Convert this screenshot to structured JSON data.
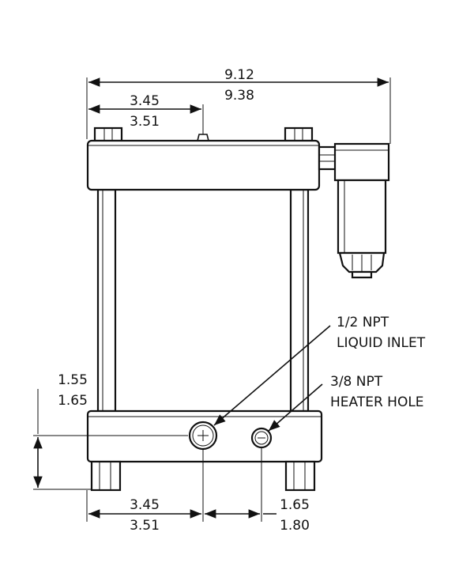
{
  "dimensions": {
    "overall_width": {
      "min": "9.12",
      "max": "9.38"
    },
    "top_center_offset": {
      "min": "3.45",
      "max": "3.51"
    },
    "inlet_height": {
      "min": "1.55",
      "max": "1.65"
    },
    "bottom_inlet_offset": {
      "min": "3.45",
      "max": "3.51"
    },
    "heater_spacing": {
      "min": "1.65",
      "max": "1.80"
    }
  },
  "callouts": {
    "liquid_inlet": {
      "line1": "1/2 NPT",
      "line2": "LIQUID INLET"
    },
    "heater_hole": {
      "line1": "3/8 NPT",
      "line2": "HEATER HOLE"
    }
  },
  "colors": {
    "line": "#111111",
    "background": "#ffffff"
  }
}
